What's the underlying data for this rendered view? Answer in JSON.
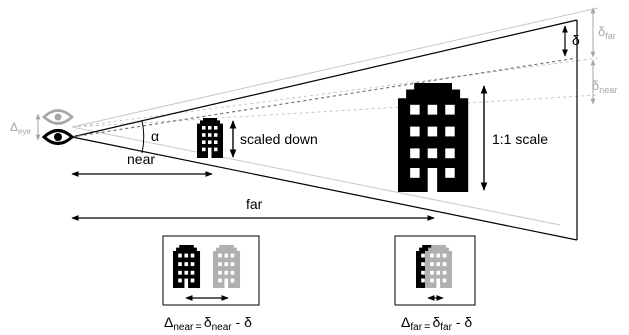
{
  "labels": {
    "angle": "α",
    "scaled_down": "scaled down",
    "one_to_one": "1:1 scale",
    "near": "near",
    "far": "far",
    "delta": "δ",
    "delta_eye_symbol": "Δ",
    "delta_eye_sub": "eye",
    "delta_far_symbol": "δ",
    "delta_far_sub": "far",
    "delta_near_symbol": "δ",
    "delta_near_sub": "near"
  },
  "formulas": {
    "near": {
      "big_delta": "Δ",
      "sub1": "near",
      "eq": "=",
      "small_delta": "δ",
      "sub2": "near",
      "rest": " - δ"
    },
    "far": {
      "big_delta": "Δ",
      "sub1": "far",
      "eq": "=",
      "small_delta": "δ",
      "sub2": "far",
      "rest": " - δ"
    }
  },
  "colors": {
    "black": "#000000",
    "grey": "#a6a6a6",
    "light_grey": "#c8c8c8",
    "window": "#ffffff"
  }
}
